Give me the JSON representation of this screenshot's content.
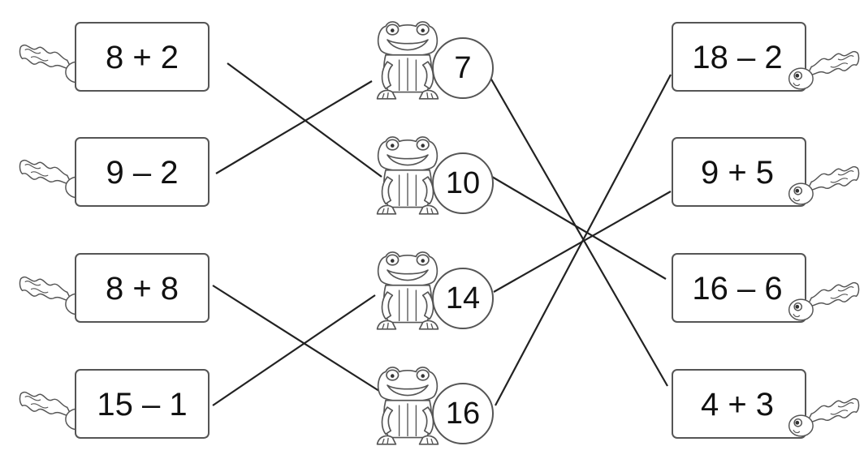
{
  "left_expressions": [
    {
      "label": "8 + 2"
    },
    {
      "label": "9 – 2"
    },
    {
      "label": "8 + 8"
    },
    {
      "label": "15 – 1"
    }
  ],
  "frog_numbers": [
    {
      "label": "7"
    },
    {
      "label": "10"
    },
    {
      "label": "14"
    },
    {
      "label": "16"
    }
  ],
  "right_expressions": [
    {
      "label": "18 – 2"
    },
    {
      "label": "9 + 5"
    },
    {
      "label": "16 – 6"
    },
    {
      "label": "4 + 3"
    }
  ],
  "connections": [
    {
      "from": "8 + 2",
      "to": "10"
    },
    {
      "from": "9 – 2",
      "to": "7"
    },
    {
      "from": "8 + 8",
      "to": "16"
    },
    {
      "from": "15 – 1",
      "to": "14"
    },
    {
      "from": "7",
      "to": "4 + 3"
    },
    {
      "from": "10",
      "to": "16 – 6"
    },
    {
      "from": "14",
      "to": "9 + 5"
    },
    {
      "from": "16",
      "to": "18 – 2"
    }
  ],
  "icons": {
    "left_column": "tadpole-icon",
    "middle_column": "frog-icon",
    "right_column": "tadpole-icon"
  },
  "colors": {
    "ink": "#222222",
    "outline": "#555555",
    "background": "#ffffff"
  }
}
